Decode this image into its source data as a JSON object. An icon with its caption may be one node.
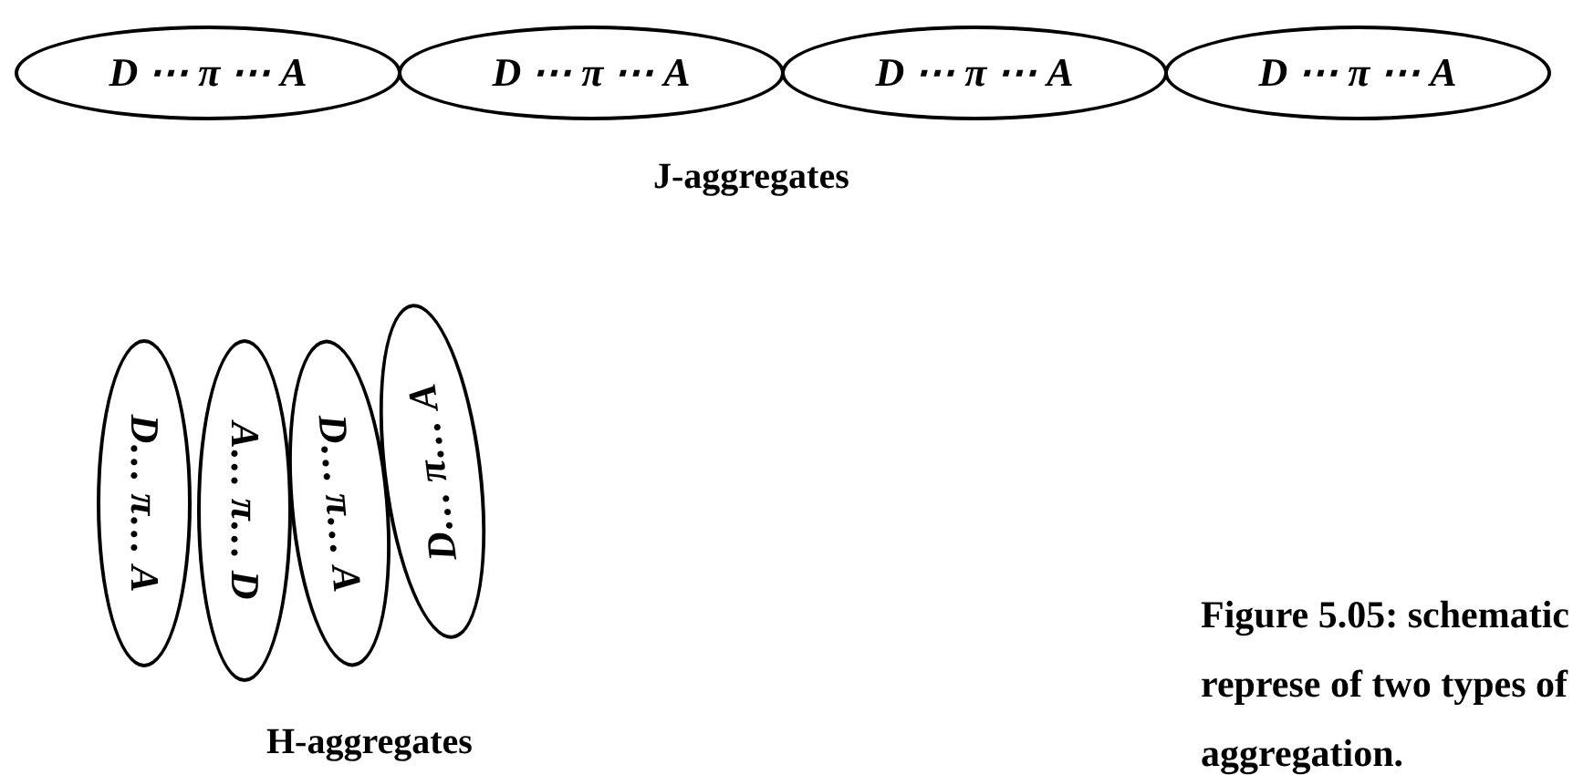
{
  "diagram": {
    "caption": "Figure 5.05: schematic represe of two types of aggregation.",
    "nodes": [
      {
        "text": [
          "D ⋯ π ⋯ A"
        ]
      },
      {
        "text": [
          "D ⋯ π ⋯ A"
        ]
      },
      {
        "text": [
          "D ⋯ π ⋯ A"
        ]
      },
      {
        "text": [
          "D ⋯ π ⋯ A"
        ]
      },
      {
        "text": [
          "D… π… A"
        ]
      },
      {
        "text": [
          "A… π… D"
        ]
      },
      {
        "text": [
          "D… π… A"
        ]
      },
      {
        "text": [
          "D… π… A"
        ]
      }
    ],
    "labels": [
      "J-aggregates",
      "H-aggregates"
    ]
  }
}
